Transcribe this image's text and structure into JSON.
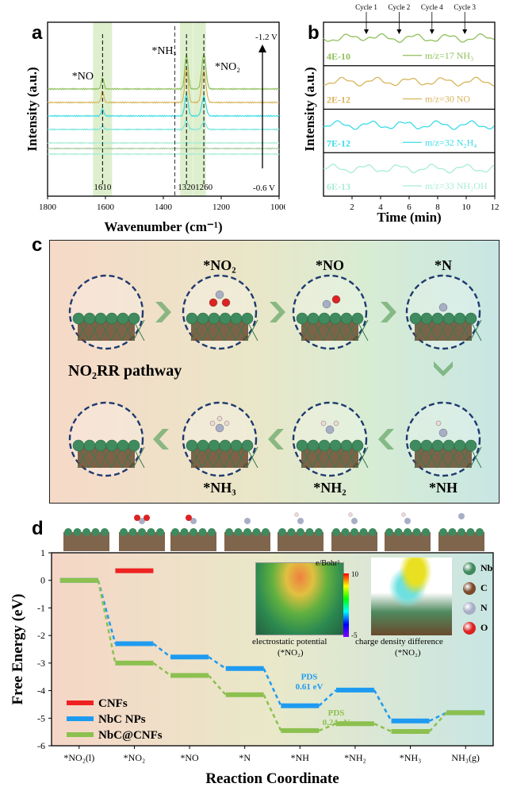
{
  "panel_labels": {
    "a": "a",
    "b": "b",
    "c": "c",
    "d": "d"
  },
  "colors": {
    "green": "#8fbf5a",
    "gold": "#d8b459",
    "cyan": "#3bdbe6",
    "cyan2": "#7be6de",
    "mint": "#a8ecd6",
    "gray": "#a9c9a0",
    "red": "#ee2222",
    "blue": "#1e9bf0",
    "lime": "#8cc04f",
    "nb": "#3f8a5e",
    "c": "#7a4a2a",
    "n": "#a8aec6",
    "o": "#dd2222",
    "h": "#f0d8d8"
  },
  "chart_data": [
    {
      "type": "line",
      "panel": "a",
      "xlabel": "Wavenumber (cm⁻¹)",
      "ylabel": "Intensity (a.u.)",
      "xlim": [
        1800,
        1000
      ],
      "xticks": [
        1800,
        1600,
        1400,
        1200,
        1000
      ],
      "peaks": [
        {
          "label": "*NO",
          "position": 1610,
          "tick": "1610"
        },
        {
          "label": "*NHₓ",
          "position": 1320,
          "tick": "1320"
        },
        {
          "label": "*NO₂",
          "position": 1260,
          "tick": "1260"
        }
      ],
      "potential_top": "-1.2 V",
      "potential_bottom": "-0.6 V",
      "series": [
        {
          "color": "green",
          "peaks": [
            0.25,
            0.55,
            0.55
          ]
        },
        {
          "color": "gold",
          "peaks": [
            0.25,
            0.55,
            0.5
          ]
        },
        {
          "color": "cyan",
          "peaks": [
            0.15,
            0.35,
            0.3
          ]
        },
        {
          "color": "cyan2",
          "peaks": [
            0.08,
            0.15,
            0.12
          ]
        },
        {
          "color": "mint",
          "peaks": [
            0.0,
            0.0,
            0.0
          ]
        },
        {
          "color": "gray",
          "peaks": [
            0.0,
            0.0,
            0.0
          ]
        },
        {
          "color": "mint",
          "peaks": [
            0.0,
            0.0,
            0.0
          ]
        }
      ]
    },
    {
      "type": "line",
      "panel": "b",
      "xlabel": "Time (min)",
      "ylabel": "Intensity (a.u.)",
      "xlim": [
        0,
        12
      ],
      "xticks": [
        2,
        4,
        6,
        8,
        10,
        12
      ],
      "cycles": [
        {
          "label": "Cycle 1",
          "t": 3.0
        },
        {
          "label": "Cycle 2",
          "t": 5.3
        },
        {
          "label": "Cycle 4",
          "t": 7.6
        },
        {
          "label": "Cycle 3",
          "t": 9.9
        }
      ],
      "series": [
        {
          "name": "m/z=17 NH₃",
          "scale": "4E-10",
          "color": "green"
        },
        {
          "name": "m/z=30 NO",
          "scale": "2E-12",
          "color": "gold"
        },
        {
          "name": "m/z=32 N₂H₄",
          "scale": "7E-12",
          "color": "cyan"
        },
        {
          "name": "m/z=33 NH₂OH",
          "scale": "6E-13",
          "color": "mint"
        }
      ]
    },
    {
      "type": "line",
      "panel": "d",
      "xlabel": "Reaction Coordinate",
      "ylabel": "Free Energy (eV)",
      "ylim": [
        -6,
        1
      ],
      "yticks": [
        -6,
        -5,
        -4,
        -3,
        -2,
        -1,
        0,
        1
      ],
      "categories": [
        "*NO₂(l)",
        "*NO₂",
        "*NO",
        "*N",
        "*NH",
        "*NH₂",
        "*NH₃",
        "NH₃(g)"
      ],
      "series": [
        {
          "name": "CNFs",
          "color": "red",
          "values": [
            null,
            0.35,
            null,
            null,
            null,
            null,
            null,
            null
          ]
        },
        {
          "name": "NbC NPs",
          "color": "blue",
          "values": [
            0.0,
            -2.3,
            -2.78,
            -3.2,
            -4.55,
            -3.98,
            -5.1,
            -4.8
          ]
        },
        {
          "name": "NbC@CNFs",
          "color": "lime",
          "values": [
            0.0,
            -3.0,
            -3.45,
            -4.15,
            -5.45,
            -5.2,
            -5.48,
            -4.8
          ]
        }
      ],
      "annotations": [
        {
          "text": "PDS",
          "color": "blue"
        },
        {
          "text": "0.61 eV",
          "color": "blue"
        },
        {
          "text": "PDS",
          "color": "lime"
        },
        {
          "text": "0.24 eV",
          "color": "lime"
        }
      ]
    }
  ],
  "panel_c": {
    "title_pathway": "NO₂RR pathway",
    "top_labels": [
      "*NO₂",
      "*NO",
      "*N"
    ],
    "bottom_labels": [
      "*NH₃",
      "*NH₂",
      "*NH"
    ]
  },
  "panel_d_insets": {
    "unit": "e/Bohr³",
    "scale_max": "10",
    "scale_min": "-5",
    "ep_caption_1": "electrostatic potential",
    "ep_caption_2": "(*NO₂)",
    "cdd_caption_1": "charge density difference",
    "cdd_caption_2": "(*NO₂)",
    "atom_legend": [
      {
        "label": "Nb",
        "color": "nb"
      },
      {
        "label": "C",
        "color": "c"
      },
      {
        "label": "N",
        "color": "n"
      },
      {
        "label": "O",
        "color": "o"
      }
    ]
  }
}
